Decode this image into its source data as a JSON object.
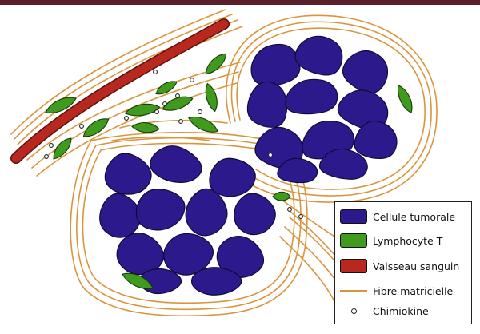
{
  "colors": {
    "tumor": "#2c1a8c",
    "tumor_stroke": "#0f0a3a",
    "lymphocyte": "#3f9a1e",
    "lymphocyte_stroke": "#143a08",
    "vessel": "#b8281e",
    "vessel_stroke": "#5a120d",
    "fiber": "#d9953e",
    "top_bar": "#5b1f2c"
  },
  "legend": {
    "items": [
      {
        "type": "swatch",
        "color": "#2c1a8c",
        "icon": "tumor-cell-swatch",
        "label": "Cellule tumorale"
      },
      {
        "type": "swatch",
        "color": "#3f9a1e",
        "icon": "lymphocyte-swatch",
        "label": "Lymphocyte T"
      },
      {
        "type": "swatch",
        "color": "#b8281e",
        "icon": "vessel-swatch",
        "label": "Vaisseau sanguin"
      },
      {
        "type": "line",
        "color": "#d9953e",
        "icon": "fiber-line",
        "label": "Fibre matricielle"
      },
      {
        "type": "dot",
        "color": "#222222",
        "icon": "chemokine-dot",
        "label": "Chimiokine"
      }
    ]
  }
}
